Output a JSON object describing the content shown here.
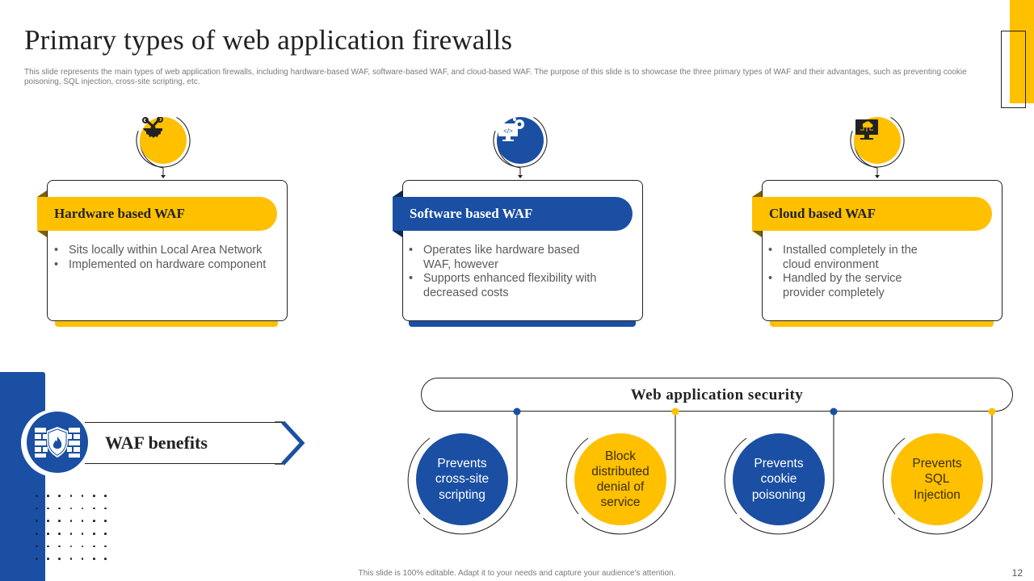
{
  "header": {
    "title": "Primary types of web application  firewalls",
    "subtitle": "This slide represents the main types of web application firewalls, including hardware-based WAF,  software-based WAF, and cloud-based WAF.  The purpose of this slide is to showcase the three primary types of WAF  and their advantages, such as preventing cookie poisoning, SQL injection, cross-site scripting, etc."
  },
  "colors": {
    "yellow": "#FFC000",
    "blue": "#1A4FA3",
    "dark_yellow_fold": "#7F6000",
    "dark_blue_fold": "#0E2A5A"
  },
  "waf_types": [
    {
      "icon": "gear-wrench-icon",
      "title": "Hardware based WAF",
      "color": "yellow",
      "bullets": [
        "Sits locally within Local Area Network",
        "Implemented on hardware component"
      ]
    },
    {
      "icon": "code-monitor-gear-icon",
      "title": "Software based WAF",
      "color": "blue",
      "bullets": [
        "Operates like hardware based WAF, however",
        "Supports enhanced flexibility  with decreased costs"
      ]
    },
    {
      "icon": "cloud-monitor-icon",
      "title": "Cloud based WAF",
      "color": "yellow",
      "bullets": [
        "Installed completely in the cloud environment",
        "Handled by the service provider completely"
      ]
    }
  ],
  "benefits_section": {
    "icon": "firewall-shield-icon",
    "label": "WAF benefits"
  },
  "security": {
    "label": "Web application  security",
    "benefits": [
      {
        "text": "Prevents cross-site scripting",
        "color": "blue"
      },
      {
        "text": "Block distributed denial of service",
        "color": "yellow"
      },
      {
        "text": "Prevents cookie poisoning",
        "color": "blue"
      },
      {
        "text": "Prevents SQL Injection",
        "color": "yellow"
      }
    ]
  },
  "footer": {
    "note": "This slide is 100% editable.  Adapt it to your needs and capture your audience's attention.",
    "page_number": "12"
  }
}
